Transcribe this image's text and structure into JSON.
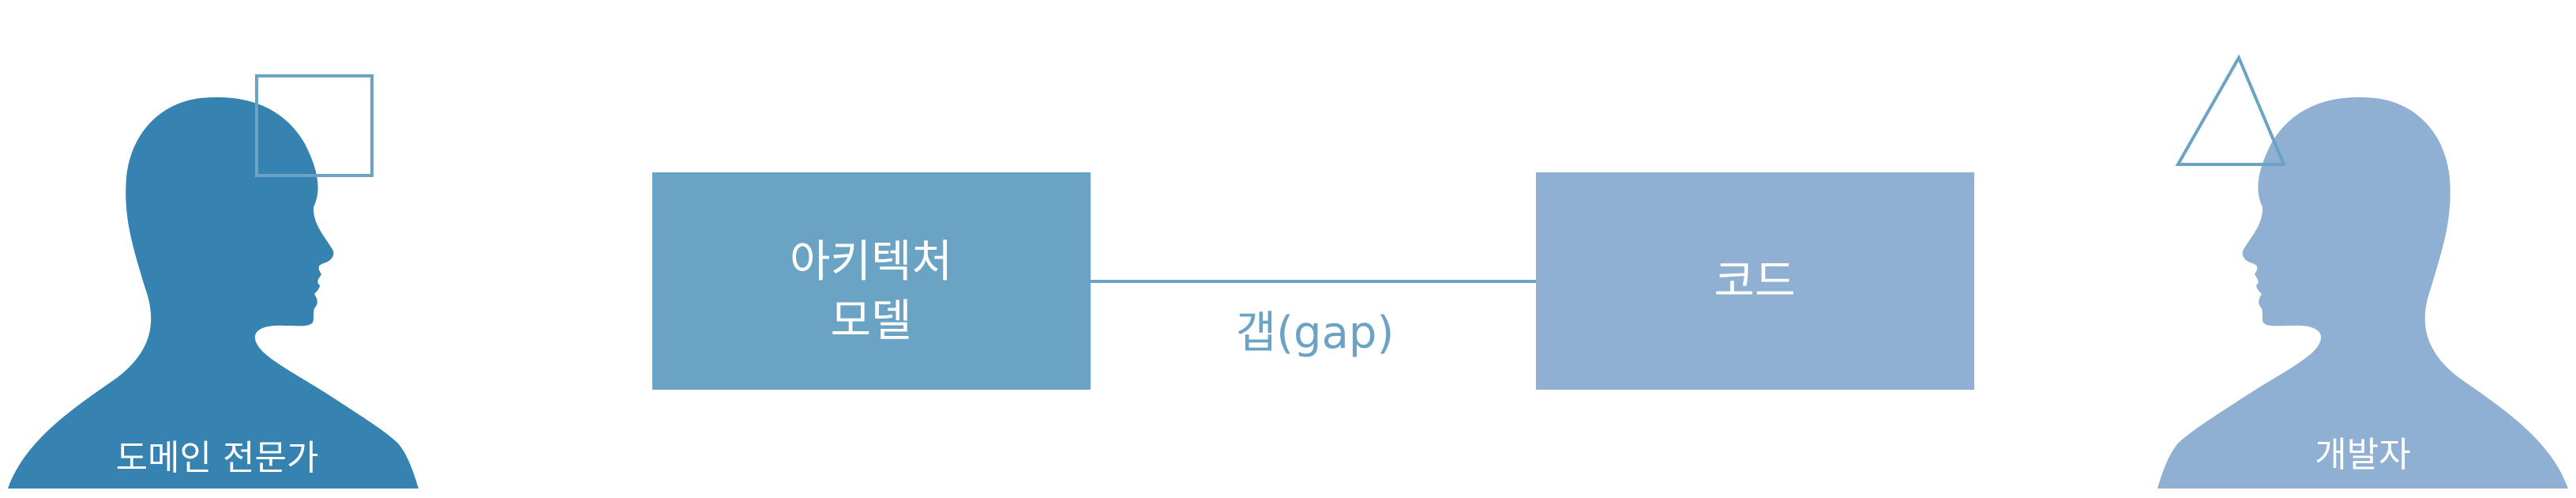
{
  "left_person": {
    "label": "도메인 전문가",
    "color": "#3683b2",
    "symbol": "square-icon"
  },
  "right_person": {
    "label": "개발자",
    "color": "#8fb0d3",
    "symbol": "triangle-icon"
  },
  "architecture_box": {
    "line1": "아키텍처",
    "line2": "모델",
    "color": "#6aa3c4"
  },
  "code_box": {
    "label": "코드",
    "color": "#8fb0d3"
  },
  "gap": {
    "label": "갭(gap)",
    "color": "#6aa3c4"
  },
  "colors": {
    "background": "#ffffff",
    "connector": "#6aa3c4",
    "box_text": "#ffffff"
  }
}
